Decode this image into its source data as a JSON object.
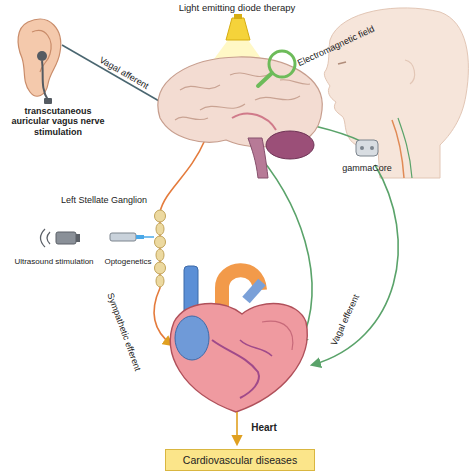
{
  "diagram": {
    "nodes": [
      {
        "text": [
          "Cardiovascular diseases"
        ]
      }
    ],
    "labels": [
      "Light emitting diode therapy",
      "transcutaneous auricular vagus nerve stimulation",
      "Vagal afferent",
      "Electromagnetic field",
      "gammaCore",
      "Left Stellate Ganglion",
      "Ultrasound stimulation",
      "Optogenetics",
      "Sympathetic efferent",
      "Vagal efferent",
      "Heart"
    ]
  }
}
